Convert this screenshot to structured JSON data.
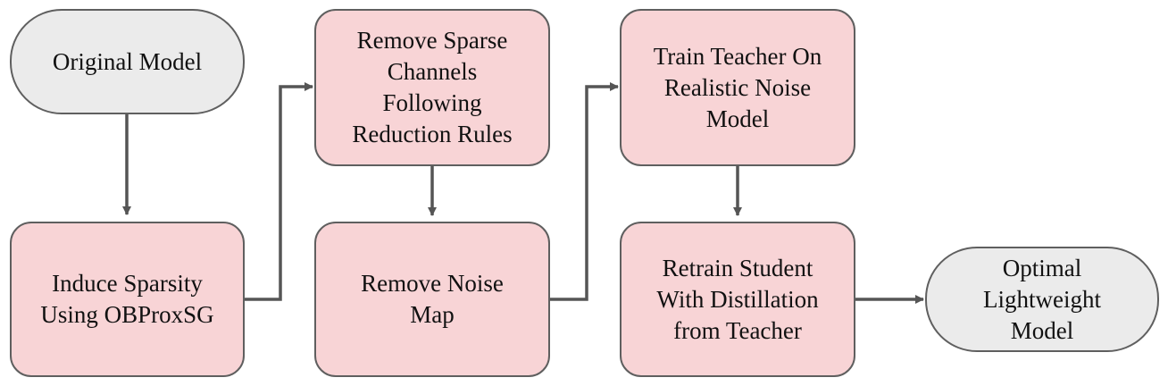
{
  "colors": {
    "terminal_fill": "#ebebeb",
    "process_fill": "#f8d4d6",
    "border": "#5f5f5f",
    "arrow": "#555555"
  },
  "nodes": {
    "original_model": "Original Model",
    "induce_sparsity": "Induce Sparsity\nUsing OBProxSG",
    "remove_sparse_channels": "Remove Sparse\nChannels\nFollowing\nReduction Rules",
    "remove_noise_map": "Remove Noise\nMap",
    "train_teacher": "Train Teacher On\nRealistic Noise\nModel",
    "retrain_student": "Retrain Student\nWith Distillation\nfrom Teacher",
    "optimal_model": "Optimal\nLightweight\nModel"
  }
}
